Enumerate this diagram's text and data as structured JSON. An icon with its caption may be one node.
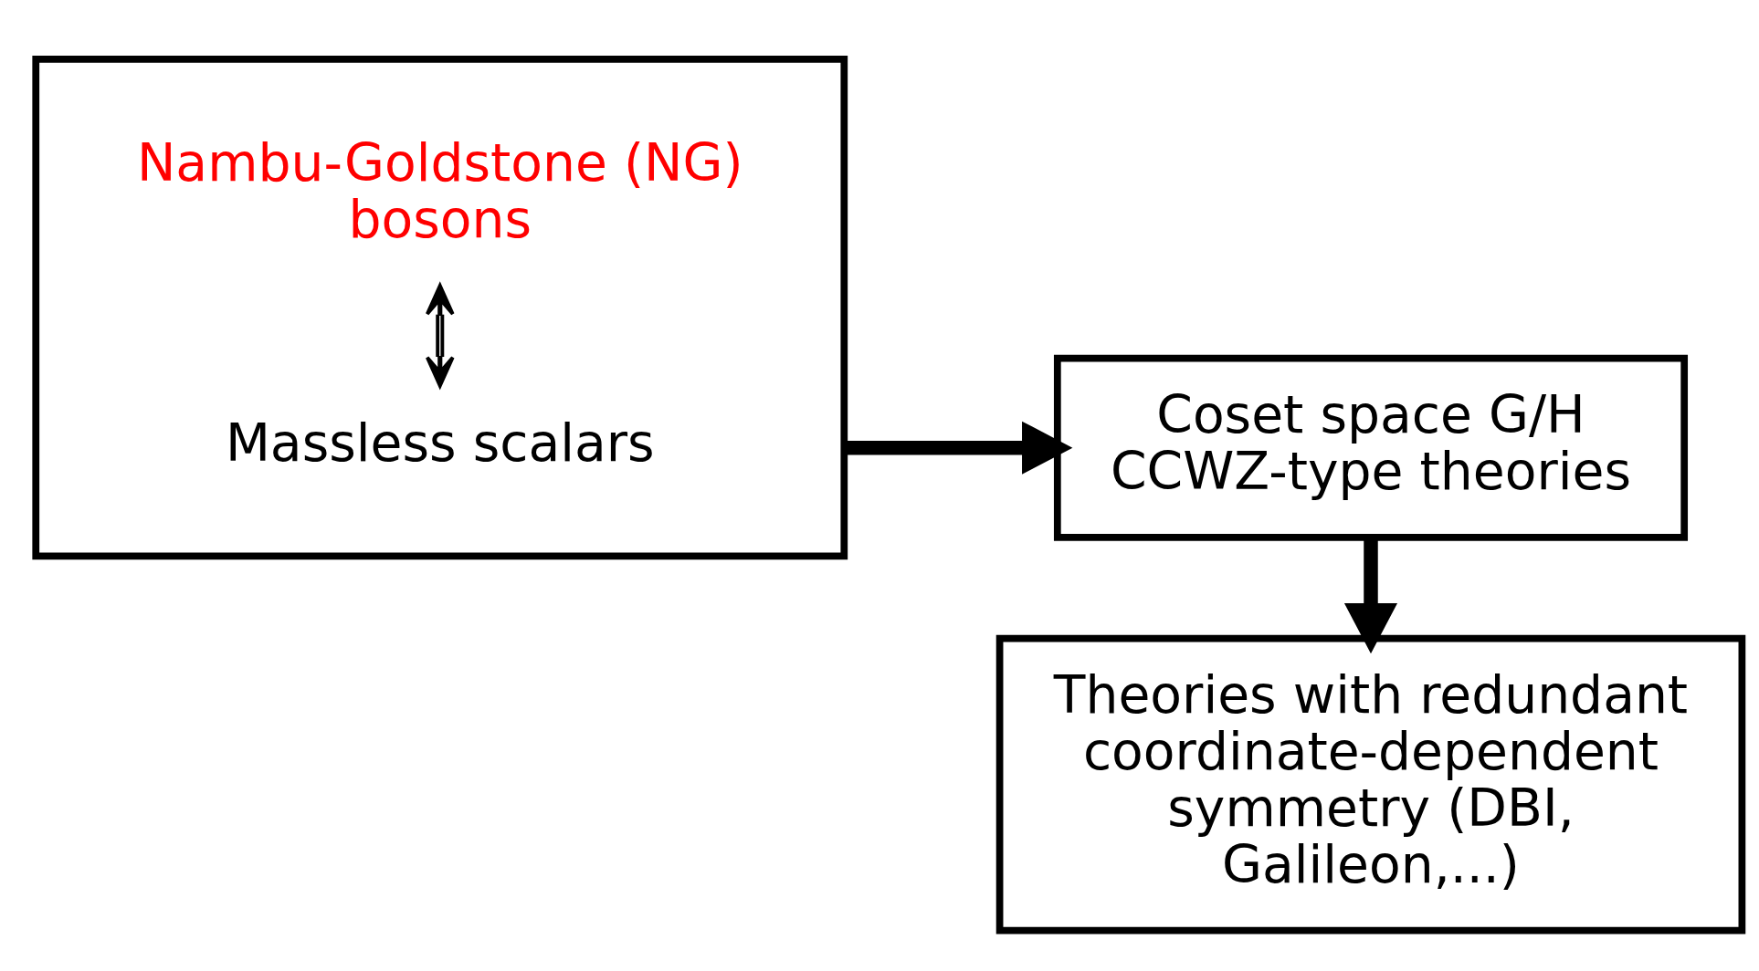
{
  "diagram": {
    "nodes": [
      {
        "text": [],
        "shape": "box"
      },
      {
        "text": [
          "Massless scalars"
        ],
        "in": 0
      },
      {
        "text": [
          "Nambu-Goldstone (NG) bosons"
        ],
        "in": 0
      },
      {
        "text": [
          "Coset space G/H",
          "CCWZ-type theories"
        ]
      },
      {
        "text": [
          "Theories with redundant coordinate-dependent symmetry (DBI, Galileon,...)"
        ]
      }
    ],
    "edges": [
      {
        "from": 1,
        "to": 2,
        "arrow": "both"
      },
      {
        "from": 0,
        "to": 3,
        "arrow": "to"
      },
      {
        "from": 3,
        "to": 4,
        "arrow": "to"
      }
    ]
  }
}
